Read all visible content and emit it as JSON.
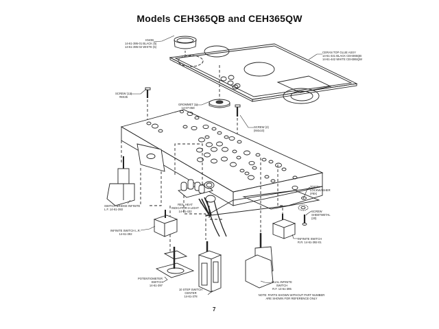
{
  "title": "Models CEH365QB and CEH365QW",
  "page_number": "7",
  "labels": {
    "knob": {
      "name": "KNOB",
      "lines": [
        "14-61-395-01 BLACK (5)",
        "14-61-395-02 WHITE (5)"
      ]
    },
    "ceran_top": {
      "name": "CERAN TOP GLUE ASSY",
      "lines": [
        "14-61-441 BLACK CEH365QB",
        "14-61-442 WHITE CEH365QW"
      ]
    },
    "grommet": {
      "name": "GROMMET (1)",
      "lines": [
        "14-07-059"
      ]
    },
    "screw_left": {
      "name": "SCREW (12)",
      "lines": [
        "#8X35"
      ]
    },
    "screw_right": {
      "name": "SCREW (2)",
      "lines": [
        "(M4x10)"
      ]
    },
    "tooth_lockwasher": {
      "name": "TOOTH LOCKWASHER",
      "lines": [
        "(#8X)"
      ]
    },
    "screw_sheetmetal": {
      "name": "SCREW SHEETMETAL",
      "lines": [
        "(20)"
      ]
    },
    "switch_bridge": {
      "name": "SWITCH BRIDGE INFINITE",
      "lines": [
        "L.F.     14-61-393"
      ]
    },
    "infinite_switch_lr": {
      "name": "INFINITE SWITCH L.R.",
      "lines": [
        "14-61-392"
      ]
    },
    "res_heat": {
      "name": "RES. HEAT",
      "lines": [
        "INDICATOR-3 LIGHT",
        "14-61-432"
      ]
    },
    "infinite_switch_rr": {
      "name": "INFINITE SWITCH",
      "lines": [
        "R.R. 14-61-392-01"
      ]
    },
    "potentiometer": {
      "name": "POTENTIOMETER",
      "lines": [
        "SWITCH",
        "14-61-397"
      ]
    },
    "step_switch": {
      "name": "10 STEP SWITCH",
      "lines": [
        "CENTER",
        "14-61-378"
      ]
    },
    "dual_infinite": {
      "name": "DUAL INFINITE",
      "lines": [
        "SWITCH",
        "R.F. 14-61-395"
      ]
    },
    "note": {
      "lines": [
        "NOTE: PARTS SHOWN WITHOUT PART NUMBER",
        "ARE SHOWN FOR REFERENCE ONLY"
      ]
    }
  }
}
